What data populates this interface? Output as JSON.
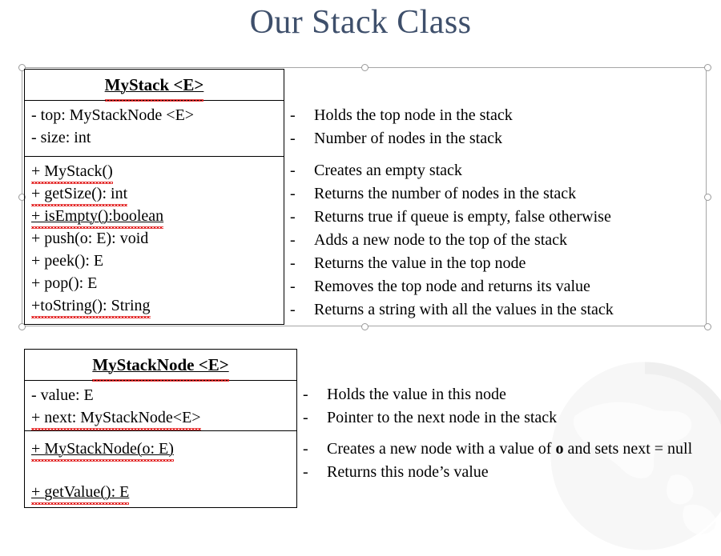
{
  "slide": {
    "title": "Our Stack Class",
    "title_color": "#3E4F6B",
    "background": "#FFFFFF",
    "watermark": "globe-icon"
  },
  "selection": {
    "object": "MyStack class table",
    "handle_icon": "resize-handle-icon",
    "handles": [
      "top-left",
      "top-middle",
      "top-right",
      "middle-left",
      "middle-right",
      "bottom-left",
      "bottom-middle",
      "bottom-right"
    ]
  },
  "tables": [
    {
      "id": "mystack",
      "class_name": "MyStack <E>",
      "attributes": [
        {
          "member": "- top: MyStackNode <E>",
          "description": "Holds the top node in the stack"
        },
        {
          "member": "- size: int",
          "description": "Number of nodes in the stack"
        }
      ],
      "methods": [
        {
          "member": "+ MyStack()",
          "description": "Creates an empty stack"
        },
        {
          "member": "+ getSize(): int",
          "description": "Returns the number of nodes in the stack"
        },
        {
          "member": "+ isEmpty():boolean",
          "description": "Returns true if queue is empty, false otherwise"
        },
        {
          "member": "+ push(o: E): void",
          "description": "Adds a new node to the top of the stack"
        },
        {
          "member": "+ peek(): E",
          "description": "Returns the value in the top node"
        },
        {
          "member": "+ pop(): E",
          "description": "Removes the top node and returns its value"
        },
        {
          "member": "+toString(): String",
          "description": "Returns a string with all the values in the stack"
        }
      ]
    },
    {
      "id": "mystacknode",
      "class_name": "MyStackNode <E>",
      "attributes": [
        {
          "member": "- value: E",
          "description": "Holds the value in this node"
        },
        {
          "member": "+ next: MyStackNode<E>",
          "description": "Pointer to the next node in the stack"
        }
      ],
      "methods": [
        {
          "member": "+ MyStackNode(o: E)",
          "description_prefix": "Creates a new node with a value of ",
          "description_bold": "o",
          "description_suffix": " and sets next = null"
        },
        {
          "member": "+ getValue(): E",
          "description": "Returns this node’s value"
        }
      ]
    }
  ],
  "labels": {
    "bullet_dash": "-"
  }
}
